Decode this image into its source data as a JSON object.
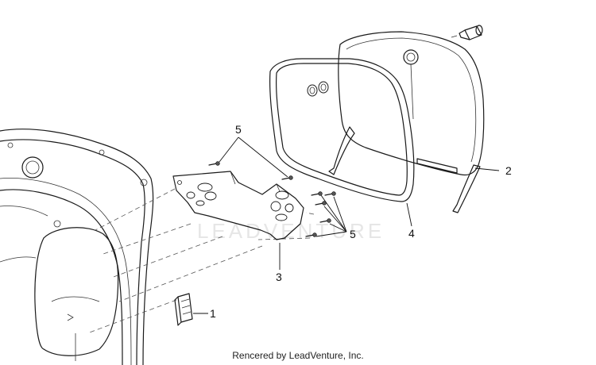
{
  "watermark": "LEADVENTURE",
  "callouts": [
    {
      "id": "1",
      "text": "1"
    },
    {
      "id": "2",
      "text": "2"
    },
    {
      "id": "3",
      "text": "3"
    },
    {
      "id": "4",
      "text": "4"
    },
    {
      "id": "5a",
      "text": "5"
    },
    {
      "id": "5b",
      "text": "5"
    }
  ],
  "footer": "Rencered by LeadVenture, Inc.",
  "colors": {
    "line": "#1a1a1a",
    "fill_gray": "#8c8c8c",
    "fill_light": "#e8e8e8",
    "fill_glass": "#f3f3f3"
  }
}
